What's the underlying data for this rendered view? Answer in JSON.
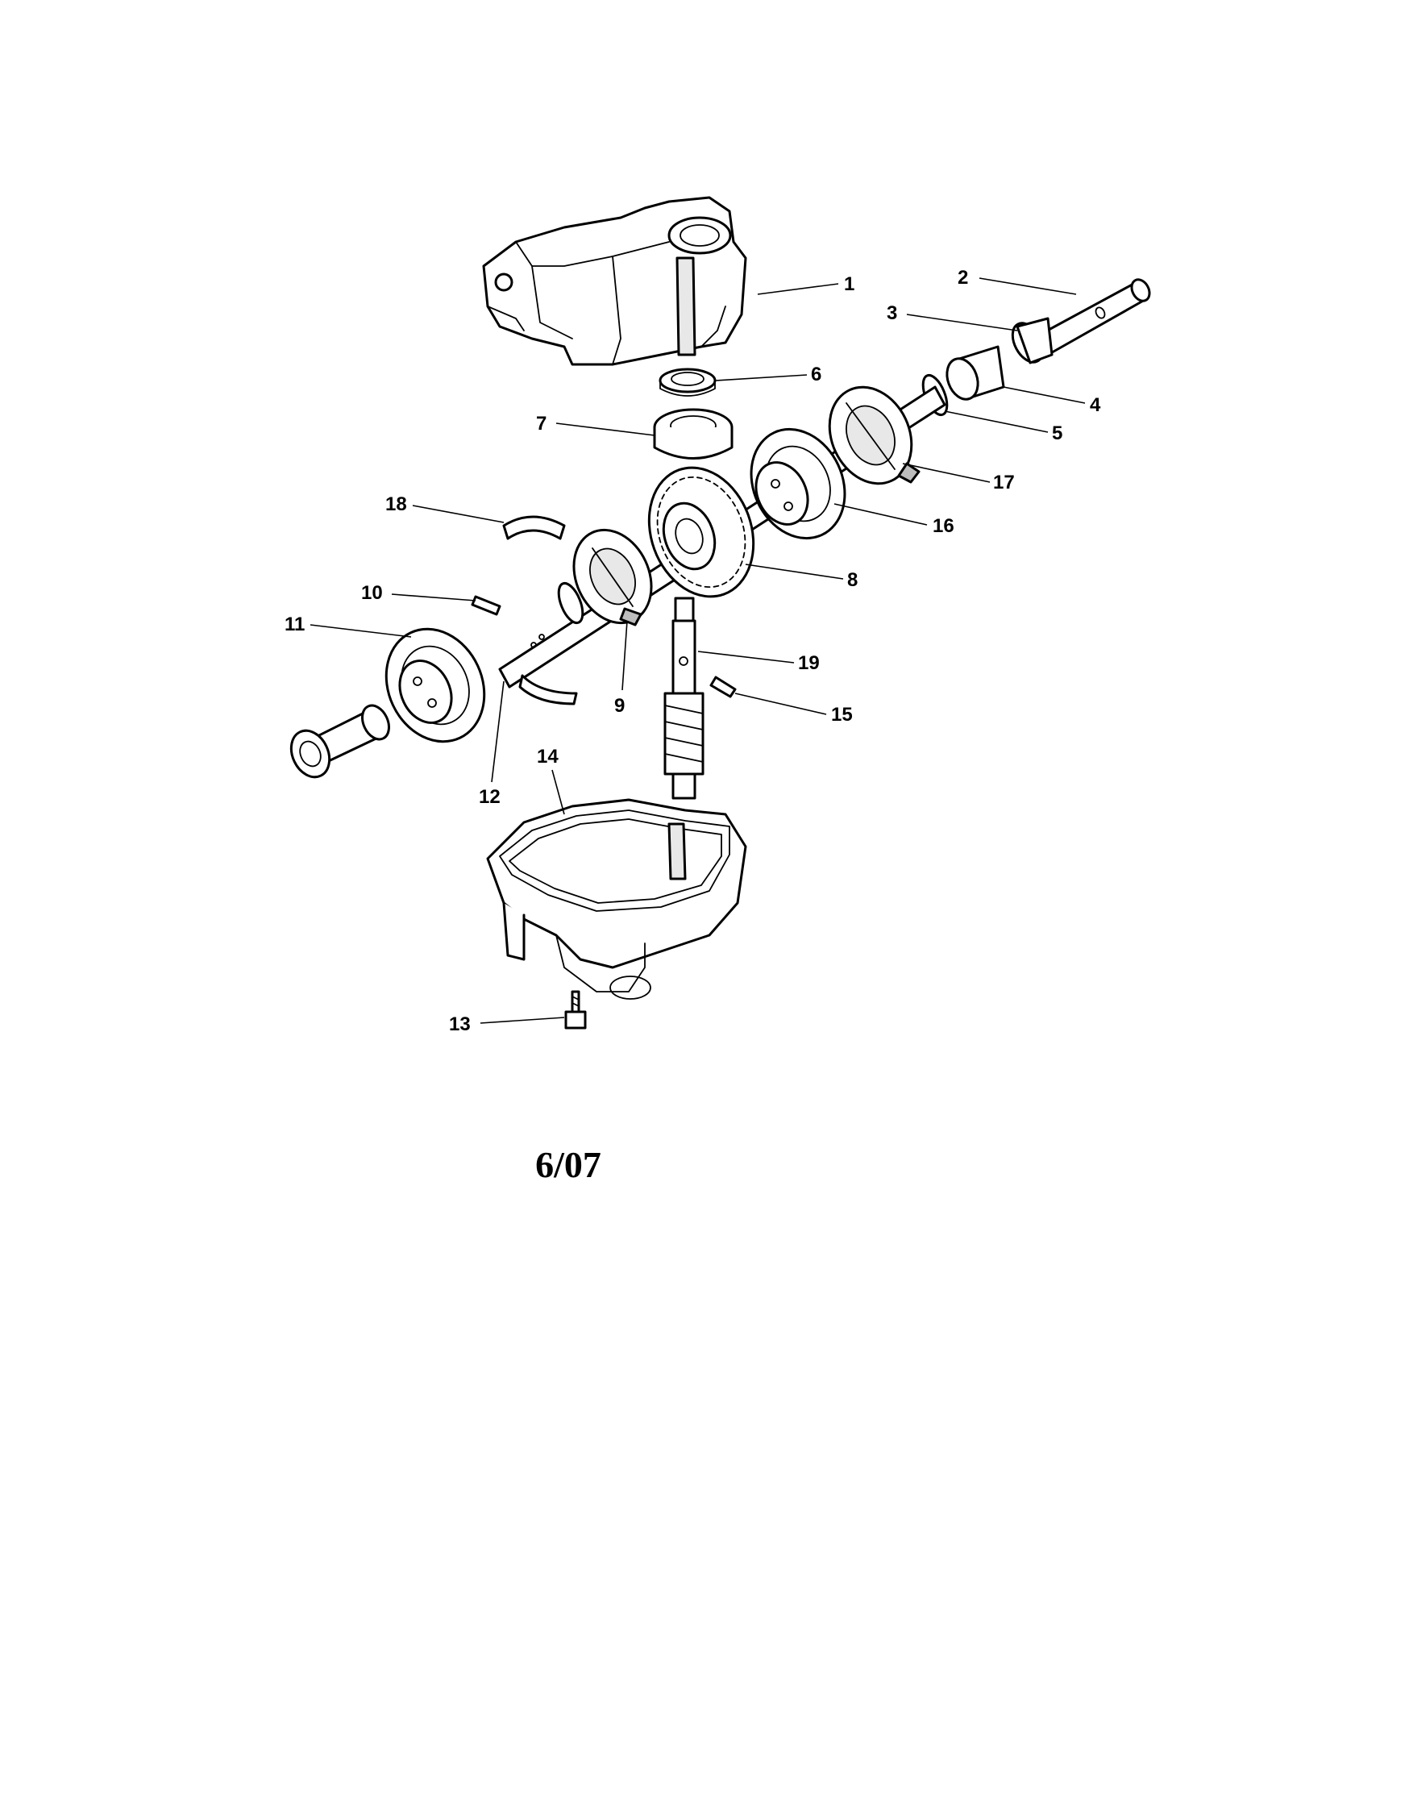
{
  "diagram": {
    "callouts": [
      {
        "id": "1",
        "label": "1"
      },
      {
        "id": "2",
        "label": "2"
      },
      {
        "id": "3",
        "label": "3"
      },
      {
        "id": "4",
        "label": "4"
      },
      {
        "id": "5",
        "label": "5"
      },
      {
        "id": "6",
        "label": "6"
      },
      {
        "id": "7",
        "label": "7"
      },
      {
        "id": "8",
        "label": "8"
      },
      {
        "id": "9",
        "label": "9"
      },
      {
        "id": "10",
        "label": "10"
      },
      {
        "id": "11",
        "label": "11"
      },
      {
        "id": "12",
        "label": "12"
      },
      {
        "id": "13",
        "label": "13"
      },
      {
        "id": "14",
        "label": "14"
      },
      {
        "id": "15",
        "label": "15"
      },
      {
        "id": "16",
        "label": "16"
      },
      {
        "id": "17",
        "label": "17"
      },
      {
        "id": "18",
        "label": "18"
      },
      {
        "id": "19",
        "label": "19"
      }
    ]
  },
  "footer": {
    "date": "6/07"
  }
}
